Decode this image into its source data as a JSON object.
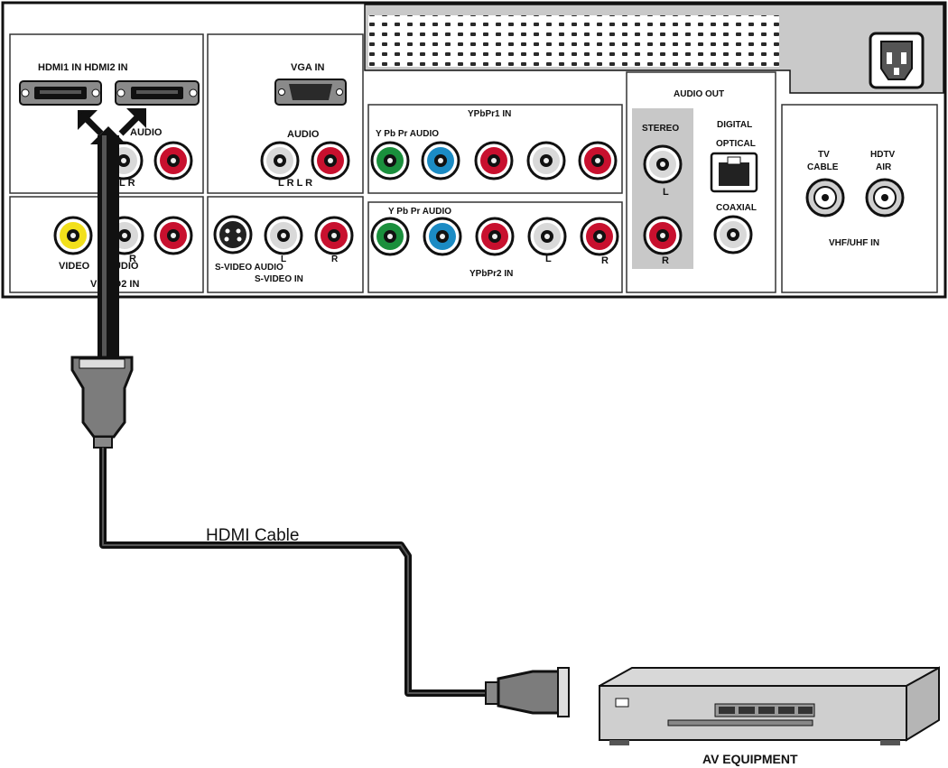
{
  "panel": {
    "hdmi_labels": "HDMI1 IN HDMI2 IN",
    "audio_1": "AUDIO",
    "lr_1": "L  R",
    "vga_in": "VGA IN",
    "audio_2": "AUDIO",
    "lrlr": "L R L R",
    "ypbpr1_in": "YPbPr1 IN",
    "ypbpr_audio_1": "Y Pb Pr AUDIO",
    "ypbpr_audio_2": "Y Pb Pr AUDIO",
    "ypbpr2_in": "YPbPr2 IN",
    "l_3": "L",
    "r_3": "R",
    "audio_out": "AUDIO OUT",
    "stereo": "STEREO",
    "l_out": "L",
    "r_out": "R",
    "digital": "DIGITAL",
    "optical": "OPTICAL",
    "coaxial": "COAXIAL",
    "tv_cable_1": "TV",
    "tv_cable_2": "CABLE",
    "hdtv_air_1": "HDTV",
    "hdtv_air_2": "AIR",
    "vhf_uhf_in": "VHF/UHF IN",
    "video": "VIDEO",
    "audio_3": "AUDIO",
    "r_v": "R",
    "video2_in": "VIDEO2  IN",
    "svideo_audio": "S-VIDEO AUDIO",
    "l_s": "L",
    "r_s": "R",
    "svideo_in": "S-VIDEO IN"
  },
  "cable_label": "HDMI Cable",
  "device_label": "AV EQUIPMENT",
  "colors": {
    "red_jack": "#c8102e",
    "green_jack": "#1a8f3c",
    "blue_jack": "#1b8bc4",
    "yellow_jack": "#f2e01b",
    "white_jack": "#d9d9d9",
    "panel_gray": "#cfcfcf"
  },
  "icons": [
    "power-socket-icon",
    "hdmi-port-icon",
    "vga-port-icon",
    "optical-port-icon",
    "s-video-port-icon",
    "coax-port-icon",
    "hdmi-plug-icon"
  ]
}
